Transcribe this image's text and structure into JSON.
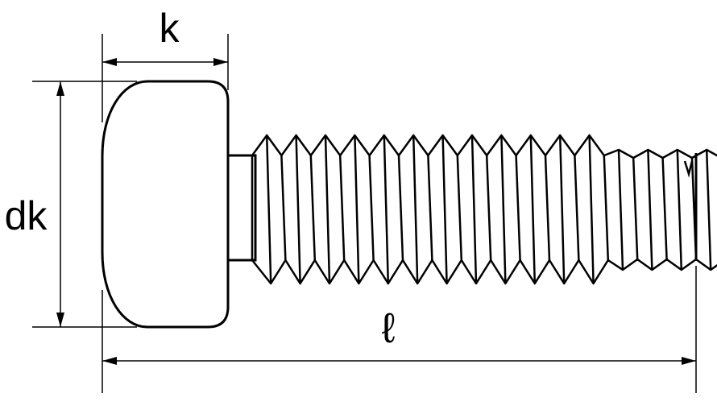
{
  "labels": {
    "head_height": "k",
    "head_diameter": "dk",
    "length": "ℓ"
  },
  "colors": {
    "stroke": "#000000",
    "background": "#ffffff"
  }
}
